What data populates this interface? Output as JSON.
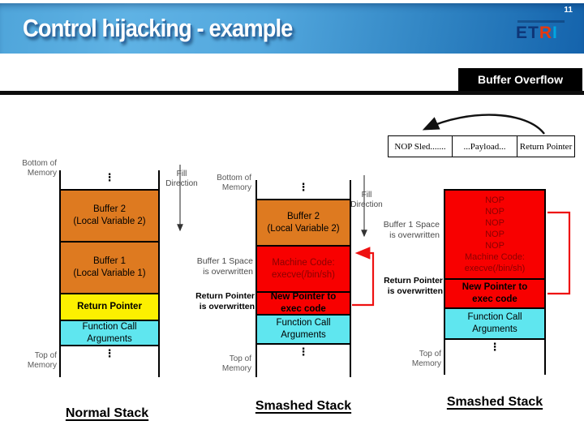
{
  "header": {
    "title": "Control hijacking - example",
    "page_number": "11",
    "logo": {
      "part_dark": "ET",
      "part_red": "R",
      "part_blue": "I"
    }
  },
  "section_tag": "Buffer Overflow",
  "payload_table": {
    "cells": [
      "NOP Sled.......",
      "...Payload...",
      "Return Pointer"
    ]
  },
  "stacks": {
    "normal": {
      "caption": "Normal Stack",
      "bottom_of_memory": "Bottom of\nMemory",
      "top_of_memory": "Top of\nMemory",
      "fill_direction": "Fill\nDirection",
      "dots": "⋮",
      "cells": [
        {
          "text": "Buffer 2\n(Local Variable 2)"
        },
        {
          "text": "Buffer 1\n(Local Variable 1)"
        },
        {
          "text": "Return Pointer"
        },
        {
          "text": "Function Call\nArguments"
        }
      ]
    },
    "smashed1": {
      "caption": "Smashed Stack",
      "bottom_of_memory": "Bottom of\nMemory",
      "top_of_memory": "Top of\nMemory",
      "fill_direction": "Fill\nDirection",
      "buffer_overwritten": "Buffer 1 Space\nis overwritten",
      "pointer_overwritten": "Return Pointer\nis overwritten",
      "dots": "⋮",
      "cells": [
        {
          "text": "Buffer 2\n(Local Variable 2)"
        },
        {
          "text": "Machine Code:\nexecve(/bin/sh)"
        },
        {
          "text": "New Pointer to\nexec code"
        },
        {
          "text": "Function Call\nArguments"
        }
      ]
    },
    "smashed2": {
      "caption": "Smashed Stack",
      "top_of_memory": "Top of\nMemory",
      "buffer_overwritten": "Buffer 1 Space\nis overwritten",
      "pointer_overwritten": "Return Pointer\nis overwritten",
      "dots": "⋮",
      "cells": [
        {
          "text": "NOP\nNOP\nNOP\nNOP\nNOP\nMachine Code:\nexecve(/bin/sh)"
        },
        {
          "text": "New Pointer to\nexec code"
        },
        {
          "text": "Function Call\nArguments"
        }
      ]
    }
  },
  "colors": {
    "buffer_orange": "#DE7A20",
    "return_pointer_yellow": "#FCF000",
    "arguments_cyan": "#5FE6EF",
    "overwrite_red": "#F80000",
    "machine_code_text": "#8B0000",
    "header_blue_light": "#5FB2E4",
    "header_blue_dark": "#1463AC",
    "etri_navy": "#0E3577",
    "etri_red": "#E8380D",
    "etri_blue": "#00A7E1",
    "jump_arrow_red": "#EE1111"
  }
}
